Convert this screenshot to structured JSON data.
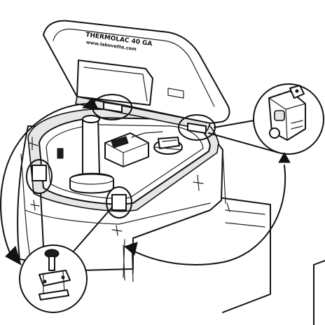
{
  "lid_label": {
    "brand": "THERMOLAC 40 GA",
    "website": "www.labovette.com"
  },
  "callouts": [
    {
      "id": "lid-hinge-left",
      "shows": "hinge"
    },
    {
      "id": "lid-hinge-right",
      "shows": "hinge"
    },
    {
      "id": "latch-left",
      "shows": "latch"
    },
    {
      "id": "latch-front",
      "shows": "latch"
    }
  ],
  "detail_views": [
    {
      "id": "hinge-detail",
      "target": "hinge"
    },
    {
      "id": "latch-detail",
      "target": "latch"
    }
  ],
  "colors": {
    "line": "#111111",
    "background": "#ffffff",
    "shade": "#e6e6e6"
  }
}
